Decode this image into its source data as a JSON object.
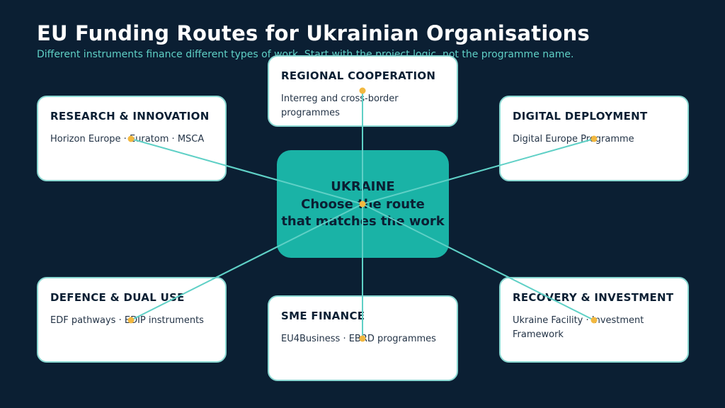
{
  "header": {
    "title": "EU Funding Routes for Ukrainian Organisations",
    "subtitle": "Different instruments finance different types of work. Start with the project logic, not the programme name."
  },
  "hub": {
    "line1": "UKRAINE",
    "line2": "Choose the route",
    "line3": "that matches the work"
  },
  "cards": {
    "regional": {
      "title": "REGIONAL COOPERATION",
      "body": "Interreg and cross-border programmes"
    },
    "research": {
      "title": "RESEARCH & INNOVATION",
      "body": "Horizon Europe · Euratom · MSCA"
    },
    "digital": {
      "title": "DIGITAL DEPLOYMENT",
      "body": "Digital Europe Programme"
    },
    "defence": {
      "title": "DEFENCE & DUAL USE",
      "body": "EDF pathways · EDIP instruments"
    },
    "sme": {
      "title": "SME FINANCE",
      "body": "EU4Business · EBRD programmes"
    },
    "recovery": {
      "title": "RECOVERY & INVESTMENT",
      "body": "Ukraine Facility · Investment Framework"
    }
  },
  "colors": {
    "background": "#0b1f33",
    "hub": "#1ab3a6",
    "connector": "#5fd0c6",
    "node": "#f2b840",
    "card_border": "#8ad8d2"
  }
}
